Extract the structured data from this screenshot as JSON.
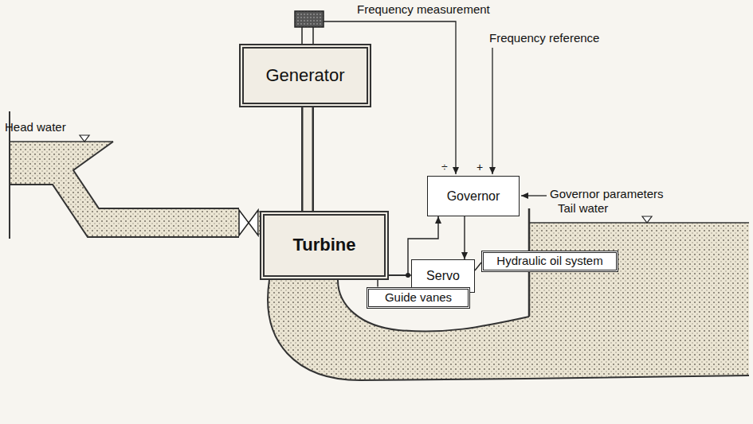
{
  "diagram": {
    "nodes": [
      {
        "text": [
          "Generator"
        ]
      },
      {
        "text": [
          "Governor"
        ]
      },
      {
        "text": [
          "Hydraulic oil system"
        ]
      },
      {
        "text": [
          "Turbine"
        ]
      },
      {
        "text": [
          "Servo"
        ]
      },
      {
        "text": [
          "Guide vanes"
        ]
      }
    ],
    "edges": [
      {
        "from": 1,
        "to": 4,
        "arrow": "to"
      },
      {
        "from": 4,
        "to": 3,
        "arrow": "none"
      },
      {
        "from": 3,
        "to": 1,
        "arrow": "to"
      },
      {
        "from": 2,
        "to": 4,
        "arrow": "none"
      },
      {
        "from": 5,
        "to": 3,
        "arrow": "none"
      },
      {
        "from": 0,
        "to": 3,
        "arrow": "none"
      }
    ],
    "labels": [
      "Frequency measurement",
      "Frequency reference",
      "Governor parameters",
      "÷",
      "+",
      "Head water",
      "Tail water"
    ]
  }
}
